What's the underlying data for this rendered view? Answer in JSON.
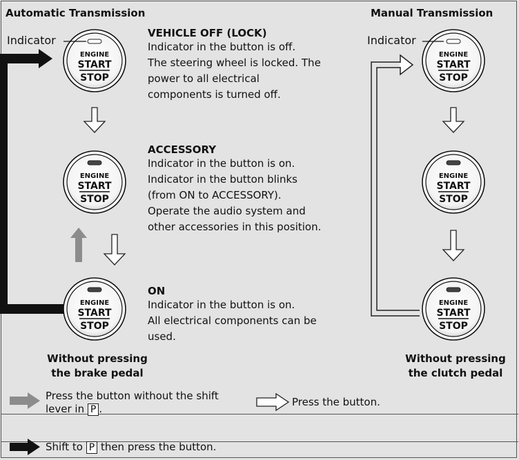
{
  "headers": {
    "automatic": "Automatic Transmission",
    "manual": "Manual Transmission"
  },
  "indicator_label": "Indicator",
  "button": {
    "line1": "ENGINE",
    "line2": "START",
    "line3": "STOP"
  },
  "modes": [
    {
      "title": "VEHICLE OFF (LOCK)",
      "lines": [
        "Indicator in the button is off.",
        "The steering wheel is locked. The",
        "power to all electrical",
        "components is turned off."
      ]
    },
    {
      "title": "ACCESSORY",
      "lines": [
        "Indicator in the button is on.",
        "Indicator in the button blinks",
        "(from ON to ACCESSORY).",
        "Operate the audio system and",
        "other accessories in this position."
      ]
    },
    {
      "title": "ON",
      "lines": [
        "Indicator in the button is on.",
        "All electrical components can be",
        "used."
      ]
    }
  ],
  "captions": {
    "automatic": [
      "Without pressing",
      "the brake pedal"
    ],
    "manual": [
      "Without pressing",
      "the clutch pedal"
    ]
  },
  "legend": {
    "gray_arrow": [
      "Press the button without the shift",
      "lever in",
      "P",
      "."
    ],
    "white_arrow": "Press the button.",
    "black_arrow": [
      "Shift to",
      "P",
      "then press the button."
    ]
  },
  "colors": {
    "background": "#e3e3e3",
    "black_arrow": "#111111",
    "gray_arrow": "#8c8c8c",
    "white_arrow": "#ffffff"
  }
}
